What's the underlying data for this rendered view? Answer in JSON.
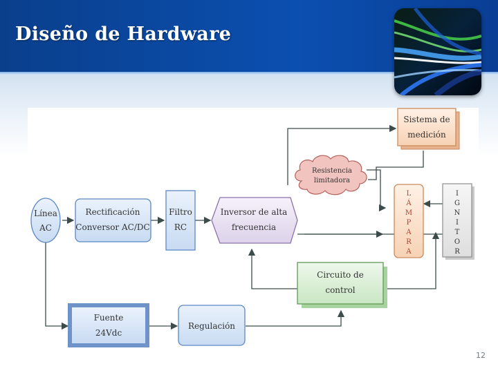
{
  "slide": {
    "title": "Diseño de Hardware",
    "page_number": "12"
  },
  "diagram": {
    "blocks": {
      "linea": [
        "Línea",
        "AC"
      ],
      "rectificacion": [
        "Rectificación",
        "Conversor AC/DC"
      ],
      "filtro": [
        "Filtro",
        "RC"
      ],
      "inversor": [
        "Inversor de alta",
        "frecuencia"
      ],
      "resistencia": [
        "Resistencia",
        "limitadora"
      ],
      "medicion": [
        "Sistema de",
        "medición"
      ],
      "lampara": [
        "L",
        "Á",
        "M",
        "P",
        "A",
        "R",
        "A"
      ],
      "ignitor": [
        "I",
        "G",
        "N",
        "I",
        "T",
        "O",
        "R"
      ],
      "control": [
        "Circuito de",
        "control"
      ],
      "fuente": [
        "Fuente",
        "24Vdc"
      ],
      "regulacion": [
        "Regulación"
      ]
    }
  },
  "colors": {
    "header_blue": "#0b4fb0",
    "block_blue": "#dce9f8",
    "block_purple": "#ece6f4",
    "block_orange": "#fbe3cf",
    "block_green": "#dcefd9",
    "block_gray": "#ececec",
    "cloud_red": "#f1c4c0"
  }
}
